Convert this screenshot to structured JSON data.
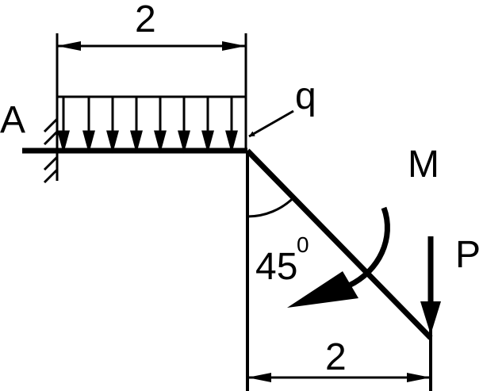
{
  "labels": {
    "support": "A",
    "load_q": "q",
    "moment": "M",
    "force": "P",
    "top_dimension": "2",
    "bottom_dimension": "2",
    "angle_value": "45",
    "angle_degree": "0"
  },
  "colors": {
    "ink": "#000000",
    "background": "#ffffff"
  }
}
